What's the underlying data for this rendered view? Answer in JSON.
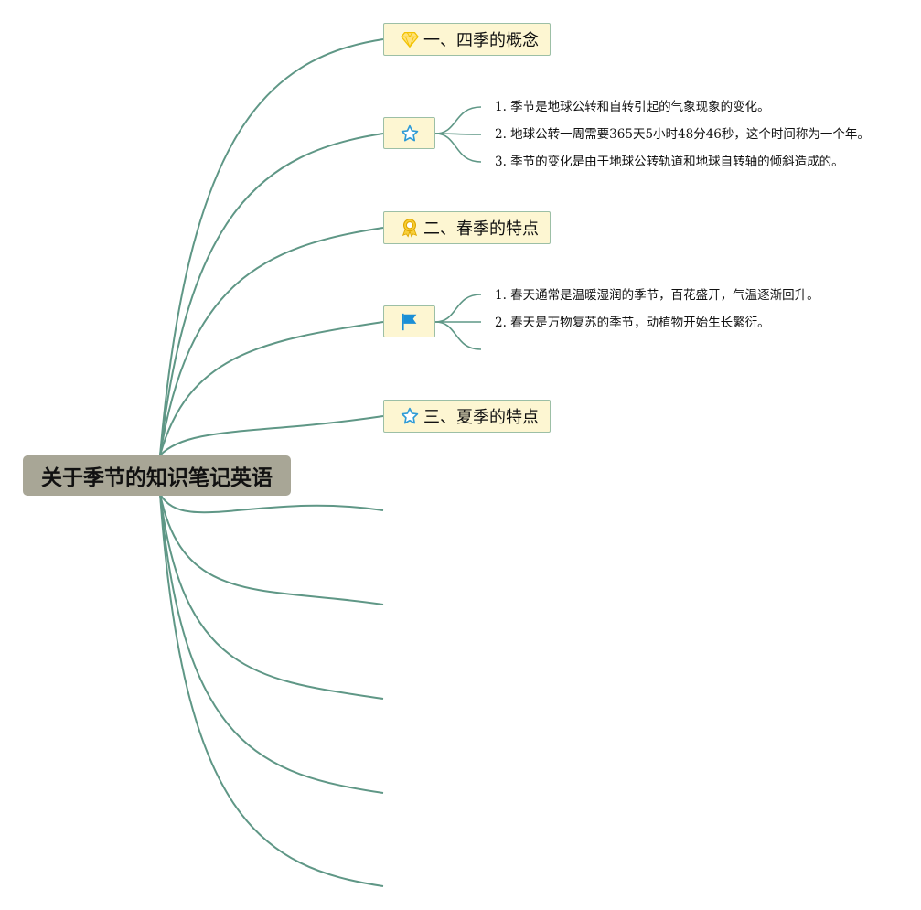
{
  "root": {
    "title": "关于季节的知识笔记英语"
  },
  "colors": {
    "branch": "#5f9786",
    "root_bg": "#a8a696",
    "node_bg": "#fdf6d2",
    "node_border": "#9cbfa6"
  },
  "branches": [
    {
      "title": "一、四季的概念",
      "icon": "diamond-icon",
      "children": []
    },
    {
      "title": "",
      "icon": "star-outline-icon",
      "children": [
        "1. 季节是地球公转和自转引起的气象现象的变化。",
        "2. 地球公转一周需要365天5小时48分46秒，这个时间称为一个年。",
        "3. 季节的变化是由于地球公转轨道和地球自转轴的倾斜造成的。"
      ]
    },
    {
      "title": "二、春季的特点",
      "icon": "award-ribbon-icon",
      "children": []
    },
    {
      "title": "",
      "icon": "flag-icon",
      "children": [
        "1. 春天通常是温暖湿润的季节，百花盛开，气温逐渐回升。",
        "2. 春天是万物复苏的季节，动植物开始生长繁衍。",
        ""
      ]
    },
    {
      "title": "三、夏季的特点",
      "icon": "star-outline-icon",
      "children": []
    },
    {
      "title": "",
      "icon": "",
      "children": []
    },
    {
      "title": "",
      "icon": "",
      "children": []
    },
    {
      "title": "",
      "icon": "",
      "children": []
    },
    {
      "title": "",
      "icon": "",
      "children": []
    },
    {
      "title": "",
      "icon": "",
      "children": []
    }
  ]
}
